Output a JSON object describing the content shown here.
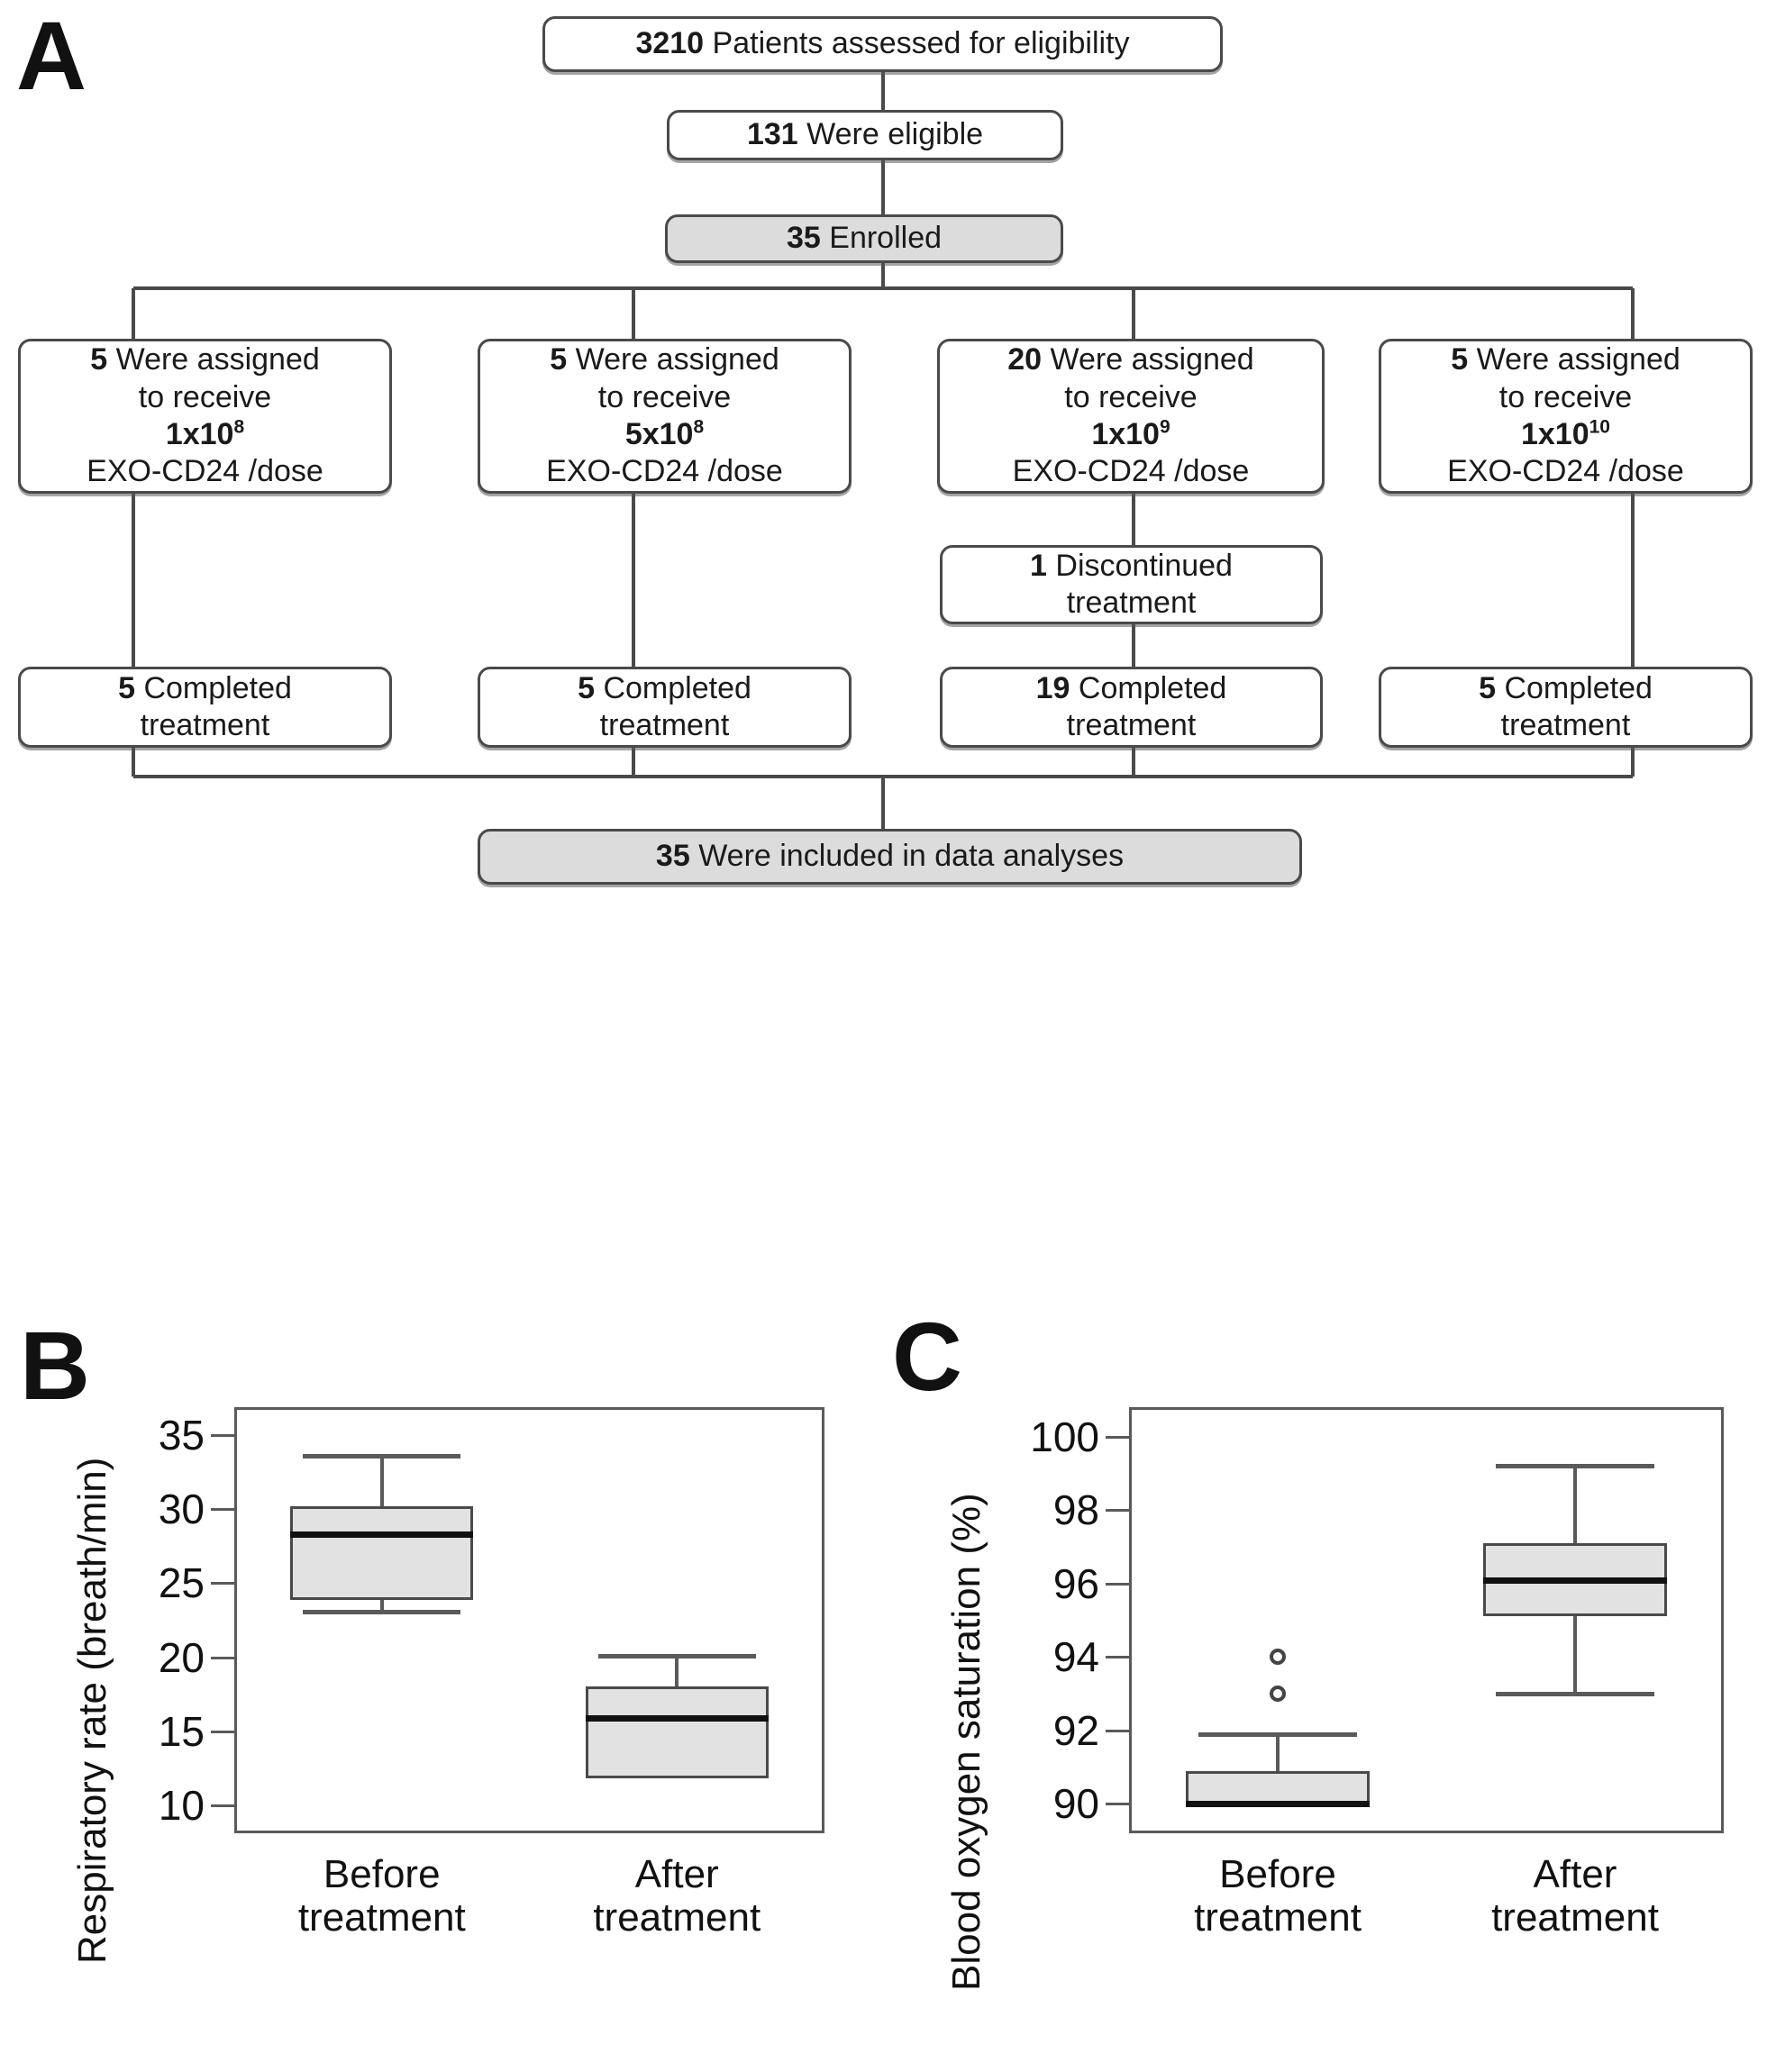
{
  "figure": {
    "panels": [
      "A",
      "B",
      "C"
    ]
  },
  "panel_a": {
    "letter": "A",
    "nodes": {
      "assessed": {
        "count": "3210",
        "text": "Patients assessed for eligibility"
      },
      "eligible": {
        "count": "131",
        "text": "Were eligible"
      },
      "enrolled": {
        "count": "35",
        "text": "Enrolled"
      },
      "discontinued": {
        "count": "1",
        "line1": "Discontinued",
        "line2": "treatment"
      },
      "analysed": {
        "count": "35",
        "text": "Were included in data analyses"
      }
    },
    "arms": [
      {
        "assigned_count": "5",
        "assigned_line1": "Were assigned",
        "assigned_line2": "to receive",
        "dose_mantissa": "1x10",
        "dose_exponent": "8",
        "dose_unit": "EXO-CD24 /dose",
        "completed_count": "5",
        "completed_line1": "Completed",
        "completed_line2": "treatment"
      },
      {
        "assigned_count": "5",
        "assigned_line1": "Were assigned",
        "assigned_line2": "to receive",
        "dose_mantissa": "5x10",
        "dose_exponent": "8",
        "dose_unit": "EXO-CD24 /dose",
        "completed_count": "5",
        "completed_line1": "Completed",
        "completed_line2": "treatment"
      },
      {
        "assigned_count": "20",
        "assigned_line1": "Were assigned",
        "assigned_line2": "to receive",
        "dose_mantissa": "1x10",
        "dose_exponent": "9",
        "dose_unit": "EXO-CD24 /dose",
        "completed_count": "19",
        "completed_line1": "Completed",
        "completed_line2": "treatment"
      },
      {
        "assigned_count": "5",
        "assigned_line1": "Were assigned",
        "assigned_line2": "to receive",
        "dose_mantissa": "1x10",
        "dose_exponent": "10",
        "dose_unit": "EXO-CD24 /dose",
        "completed_count": "5",
        "completed_line1": "Completed",
        "completed_line2": "treatment"
      }
    ]
  },
  "chart_data": [
    {
      "panel": "B",
      "type": "box",
      "title": "",
      "xlabel": "",
      "ylabel": "Respiratory rate (breath/min)",
      "ylim": [
        8.1,
        36.9
      ],
      "yticks": [
        10,
        15,
        20,
        25,
        30,
        35
      ],
      "ytick_labels": [
        "10",
        "15",
        "20",
        "25",
        "30",
        "35"
      ],
      "grid": false,
      "legend": "none",
      "categories": [
        "Before treatment",
        "After treatment"
      ],
      "category_lines": [
        [
          "Before",
          "treatment"
        ],
        [
          "After",
          "treatment"
        ]
      ],
      "boxes": [
        {
          "category": "Before treatment",
          "whisker_low": 23.1,
          "q1": 23.9,
          "median": 28.3,
          "q3": 30.2,
          "whisker_high": 33.6,
          "outliers": []
        },
        {
          "category": "After treatment",
          "whisker_low": 11.8,
          "q1": 11.8,
          "median": 15.9,
          "q3": 18.0,
          "whisker_high": 20.1,
          "outliers": []
        }
      ]
    },
    {
      "panel": "C",
      "type": "box",
      "title": "",
      "xlabel": "",
      "ylabel": "Blood oxygen saturation (%)",
      "ylim": [
        89.2,
        100.8
      ],
      "yticks": [
        90,
        92,
        94,
        96,
        98,
        100
      ],
      "ytick_labels": [
        "90",
        "92",
        "94",
        "96",
        "98",
        "100"
      ],
      "grid": false,
      "legend": "none",
      "categories": [
        "Before treatment",
        "After treatment"
      ],
      "category_lines": [
        [
          "Before",
          "treatment"
        ],
        [
          "After",
          "treatment"
        ]
      ],
      "boxes": [
        {
          "category": "Before treatment",
          "whisker_low": 90.0,
          "q1": 90.0,
          "median": 90.0,
          "q3": 90.9,
          "whisker_high": 91.9,
          "outliers": [
            94.0,
            93.0
          ]
        },
        {
          "category": "After treatment",
          "whisker_low": 93.0,
          "q1": 95.1,
          "median": 96.1,
          "q3": 97.1,
          "whisker_high": 99.2,
          "outliers": []
        }
      ]
    }
  ],
  "colors": {
    "box_fill": "#e2e2e2",
    "shaded_node": "#dcdcdc",
    "stroke": "#4a4a4a",
    "median": "#111111",
    "background": "#ffffff"
  }
}
